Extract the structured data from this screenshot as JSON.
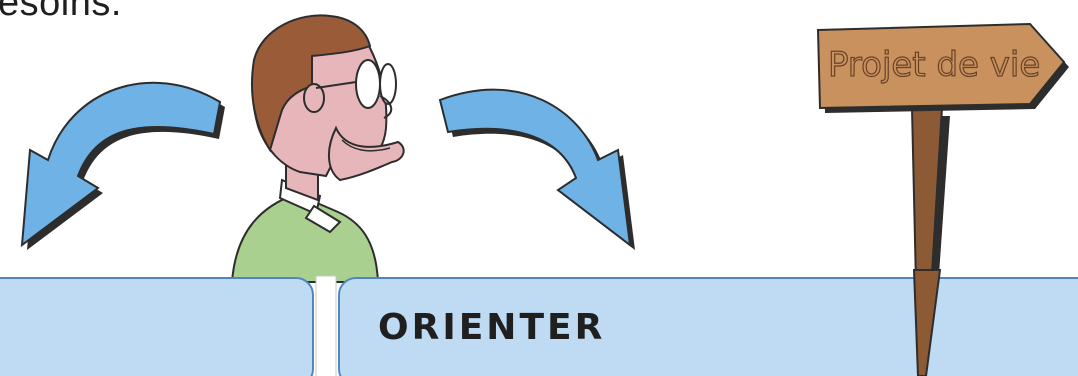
{
  "top_text": "esoins.",
  "signpost": {
    "label": "Projet de vie"
  },
  "panels": {
    "right_title": "ORIENTER"
  },
  "colors": {
    "arrow_fill": "#6fb3e6",
    "panel_fill": "#bfdbf3",
    "panel_border": "#4f86c1",
    "sign_wood": "#c8915e",
    "sign_post": "#8c5a35",
    "shirt": "#a9d08e",
    "skin": "#e7b6bb",
    "hair": "#9a5b38"
  }
}
